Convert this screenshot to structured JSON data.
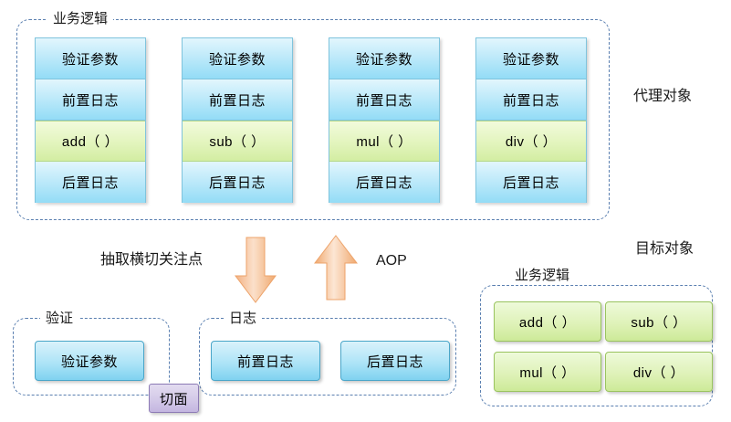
{
  "diagram": {
    "proxy_section": {
      "group_caption": "业务逻辑",
      "side_label": "代理对象",
      "columns": [
        {
          "cells": [
            "验证参数",
            "前置日志",
            "add（ ）",
            "后置日志"
          ]
        },
        {
          "cells": [
            "验证参数",
            "前置日志",
            "sub（ ）",
            "后置日志"
          ]
        },
        {
          "cells": [
            "验证参数",
            "前置日志",
            "mul（ ）",
            "后置日志"
          ]
        },
        {
          "cells": [
            "验证参数",
            "前置日志",
            "div（ ）",
            "后置日志"
          ]
        }
      ]
    },
    "middle": {
      "extract_label": "抽取横切关注点",
      "aop_label": "AOP",
      "down_arrow": "down-arrow",
      "up_arrow": "up-arrow"
    },
    "validate_section": {
      "group_caption": "验证",
      "items": [
        "验证参数"
      ]
    },
    "log_section": {
      "group_caption": "日志",
      "items": [
        "前置日志",
        "后置日志"
      ]
    },
    "aspect_badge": {
      "label": "切面"
    },
    "target_section": {
      "side_label": "目标对象",
      "group_caption": "业务逻辑",
      "items": [
        "add（ ）",
        "sub（ ）",
        "mul（ ）",
        "div（ ）"
      ]
    }
  },
  "colors": {
    "blue_fill": "#aee4f7",
    "green_fill": "#dff2b9",
    "purple_fill": "#d3c9e8",
    "arrow_orange": "#f5b885",
    "dash_border": "#5a7fb0"
  }
}
